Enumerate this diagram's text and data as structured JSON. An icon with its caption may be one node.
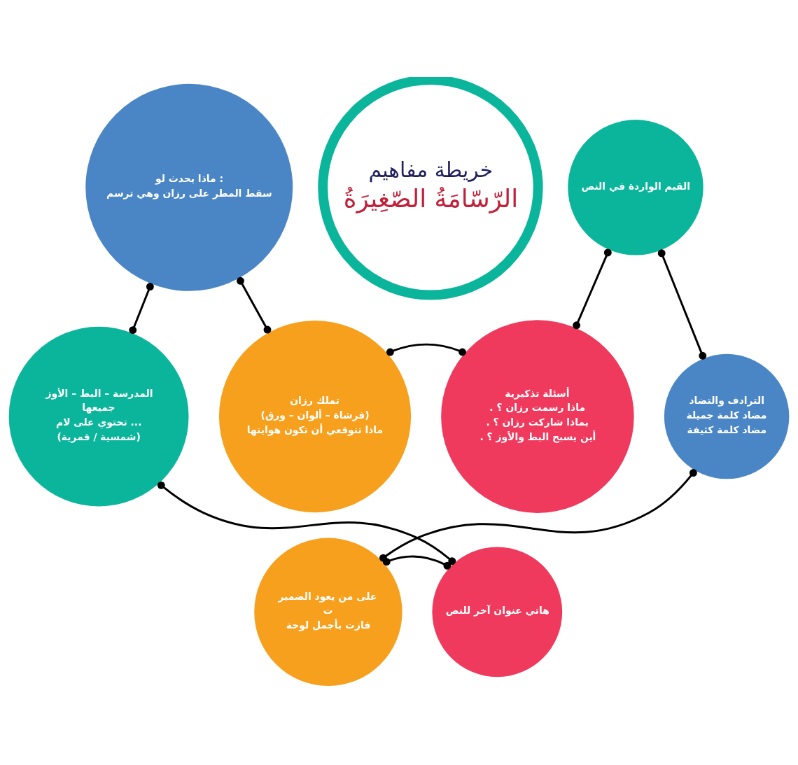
{
  "diagram": {
    "nodes": [
      {
        "text": [
          "خريطة مفاهيم",
          "الرّسّامَةُ الصّغِيرَةُ"
        ]
      },
      {
        "text": [
          "أسئلة تذكيرية",
          ". ماذا رسمت رزان ؟",
          ". بماذا شاركت رزان ؟",
          ". أين يسبح البط والأوز ؟"
        ]
      },
      {
        "text": [
          "القيم الواردة في النص"
        ]
      },
      {
        "text": [
          "الترادف والتضاد",
          "مضاد كلمة جميلة",
          "مضاد كلمة كثيفة"
        ]
      },
      {
        "text": [
          "على من يعود الضمير",
          "ت",
          "فازت بأجمل لوحة"
        ]
      },
      {
        "text": [
          "هاتي عنوان آخر للنص"
        ]
      },
      {
        "text": [
          "المدرسة – البط – الأوز",
          "جميعها",
          "تحتوي على لام ...",
          "(شمسية / قمرية)"
        ]
      },
      {
        "text": [
          "ماذا يحدث لو :",
          "سقط المطر على رزان وهي ترسم"
        ]
      },
      {
        "text": [
          "تملك رزان",
          "(فرشاة – ألوان – ورق)",
          "ماذا تتوقعي أن تكون هوايتها"
        ]
      }
    ],
    "edges": [
      {
        "from": 1,
        "to": 2,
        "arrow": "other"
      },
      {
        "from": 2,
        "to": 3,
        "arrow": "other"
      },
      {
        "from": 3,
        "to": 4,
        "arrow": "other"
      },
      {
        "from": 4,
        "to": 5,
        "arrow": "other"
      },
      {
        "from": 5,
        "to": 6,
        "arrow": "other"
      },
      {
        "from": 6,
        "to": 7,
        "arrow": "other"
      },
      {
        "from": 7,
        "to": 8,
        "arrow": "other"
      },
      {
        "from": 8,
        "to": 1,
        "arrow": "other"
      }
    ]
  }
}
